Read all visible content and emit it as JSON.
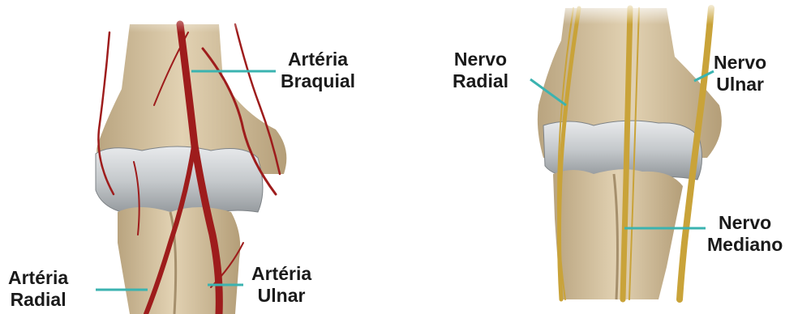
{
  "images": {
    "arteries": {
      "labels": {
        "brachial": {
          "line1": "Artéria",
          "line2": "Braquial"
        },
        "radial": {
          "line1": "Artéria",
          "line2": "Radial"
        },
        "ulnar": {
          "line1": "Artéria",
          "line2": "Ulnar"
        }
      }
    },
    "nerves": {
      "labels": {
        "radial": {
          "line1": "Nervo",
          "line2": "Radial"
        },
        "ulnar": {
          "line1": "Nervo",
          "line2": "Ulnar"
        },
        "median": {
          "line1": "Nervo",
          "line2": "Mediano"
        }
      }
    }
  },
  "colors": {
    "bone": "#d9c7a6",
    "cartilage": "#c9ccce",
    "artery": "#9e1c1c",
    "nerve": "#c9a339",
    "leader_line": "#3bb3b0"
  }
}
